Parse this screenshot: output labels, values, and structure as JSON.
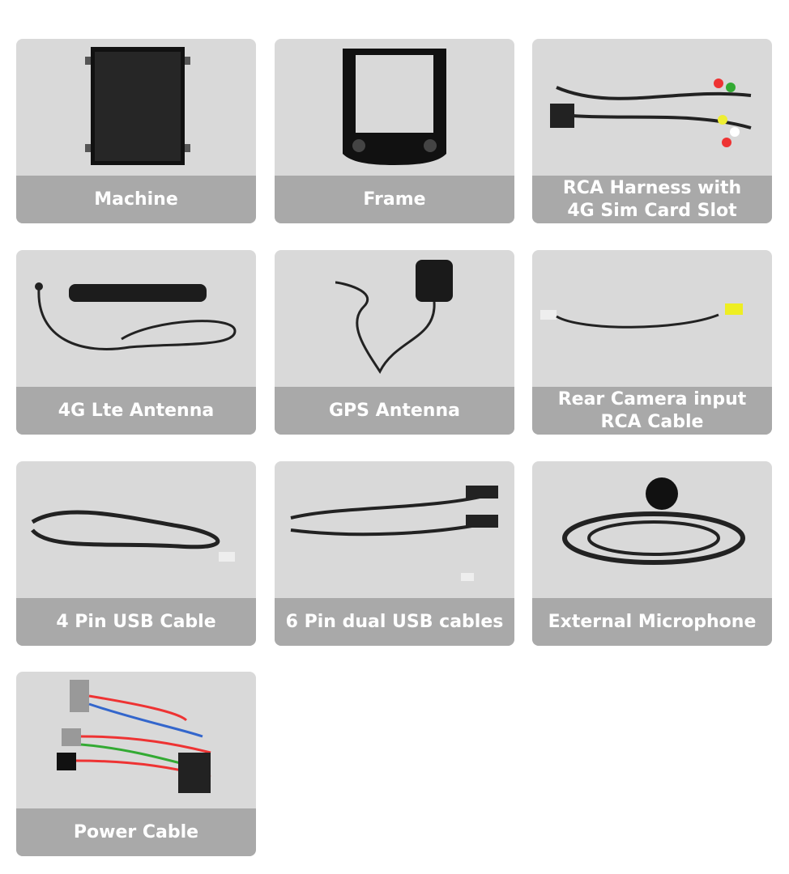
{
  "items": [
    {
      "label": "Machine",
      "icon": "screen-unit-icon"
    },
    {
      "label": "Frame",
      "icon": "dash-frame-icon"
    },
    {
      "label": "RCA Harness with\n4G Sim Card Slot",
      "icon": "rca-harness-icon"
    },
    {
      "label": "4G Lte Antenna",
      "icon": "lte-antenna-icon"
    },
    {
      "label": "GPS Antenna",
      "icon": "gps-antenna-icon"
    },
    {
      "label": "Rear Camera input\nRCA Cable",
      "icon": "rca-cable-icon"
    },
    {
      "label": "4 Pin USB Cable",
      "icon": "usb-cable-icon"
    },
    {
      "label": "6 Pin dual USB cables",
      "icon": "dual-usb-cable-icon"
    },
    {
      "label": "External Microphone",
      "icon": "microphone-icon"
    },
    {
      "label": "Power Cable",
      "icon": "power-cable-icon"
    }
  ]
}
